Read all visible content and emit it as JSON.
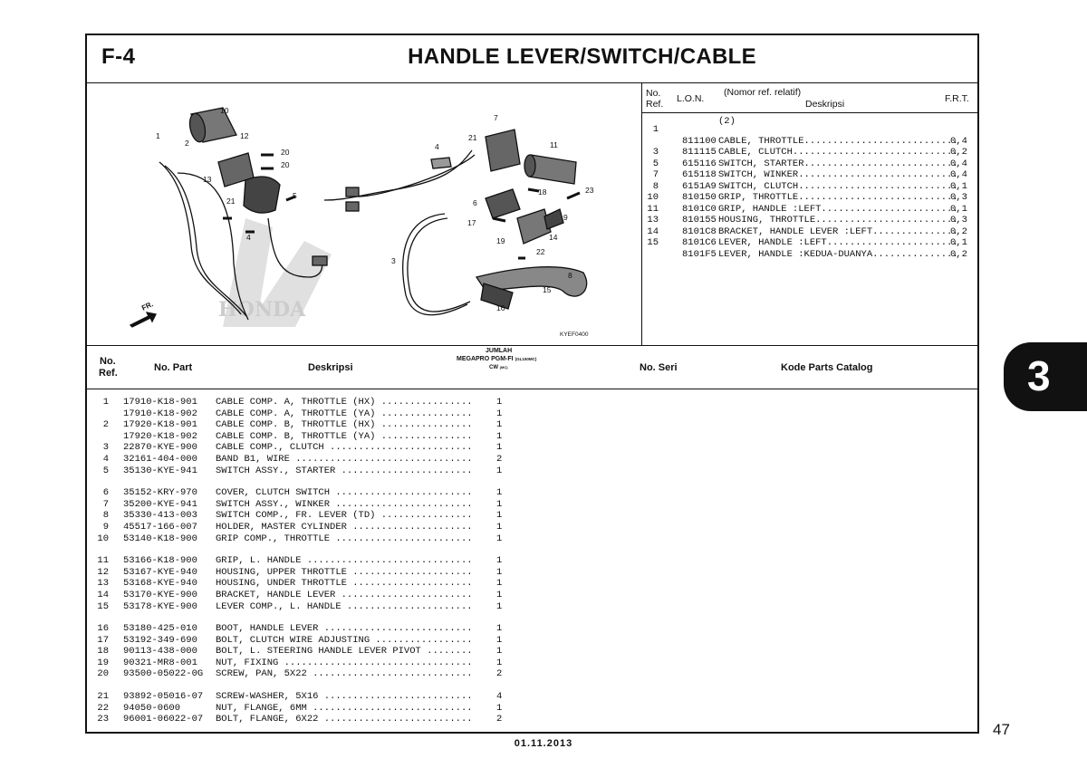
{
  "header": {
    "section_code": "F-4",
    "title": "HANDLE LEVER/SWITCH/CABLE"
  },
  "diagram": {
    "callouts": [
      "1",
      "2",
      "3",
      "4",
      "4",
      "5",
      "6",
      "7",
      "8",
      "9",
      "10",
      "11",
      "12",
      "13",
      "14",
      "15",
      "16",
      "17",
      "18",
      "19",
      "20",
      "20",
      "21",
      "21",
      "22",
      "23"
    ],
    "direction_label": "FR.",
    "watermark": "HONDA",
    "code": "KYEF0400"
  },
  "ref_table": {
    "headers": {
      "no": "No.",
      "ref": "Ref.",
      "lon": "L.O.N.",
      "nomor": "(Nomor ref. relatif)",
      "deskripsi": "Deskripsi",
      "frt": "F.R.T."
    },
    "group_label": "(2)",
    "rows": [
      {
        "ref": "1",
        "lon": "",
        "desc": "",
        "frt": ""
      },
      {
        "ref": "",
        "lon": "811100",
        "desc": "CABLE, THROTTLE...........................",
        "frt": "0,4"
      },
      {
        "ref": "3",
        "lon": "811115",
        "desc": "CABLE, CLUTCH.............................",
        "frt": "0,2"
      },
      {
        "ref": "5",
        "lon": "615116",
        "desc": "SWITCH, STARTER...........................",
        "frt": "0,4"
      },
      {
        "ref": "7",
        "lon": "615118",
        "desc": "SWITCH, WINKER............................",
        "frt": "0,4"
      },
      {
        "ref": "8",
        "lon": "6151A9",
        "desc": "SWITCH, CLUTCH............................",
        "frt": "0,1"
      },
      {
        "ref": "10",
        "lon": "810150",
        "desc": "GRIP, THROTTLE............................",
        "frt": "0,3"
      },
      {
        "ref": "11",
        "lon": "8101C0",
        "desc": "GRIP, HANDLE :LEFT........................",
        "frt": "0,1"
      },
      {
        "ref": "13",
        "lon": "810155",
        "desc": "HOUSING, THROTTLE.........................",
        "frt": "0,3"
      },
      {
        "ref": "14",
        "lon": "8101C8",
        "desc": "BRACKET, HANDLE LEVER :LEFT...............",
        "frt": "0,2"
      },
      {
        "ref": "15",
        "lon": "8101C6",
        "desc": "LEVER, HANDLE :LEFT.......................",
        "frt": "0,1"
      },
      {
        "ref": "",
        "lon": "8101F5",
        "desc": "LEVER, HANDLE :KEDUA-DUANYA...............",
        "frt": "0,2"
      }
    ]
  },
  "parts_table": {
    "headers": {
      "no": "No.",
      "ref": "Ref.",
      "part": "No. Part",
      "desc": "Deskripsi",
      "jumlah": "JUMLAH",
      "model": "MEGAPRO PGM-FI",
      "model_code": "(GL150MC)",
      "cw": "CW",
      "cw_code": "(MC)",
      "seri": "No. Seri",
      "catalog": "Kode Parts Catalog"
    },
    "groups": [
      [
        {
          "ref": "1",
          "part": "17910-K18-901",
          "desc": "CABLE COMP. A, THROTTLE (HX) ................",
          "qty": "1"
        },
        {
          "ref": "",
          "part": "17910-K18-902",
          "desc": "CABLE COMP. A, THROTTLE (YA) ................",
          "qty": "1"
        },
        {
          "ref": "2",
          "part": "17920-K18-901",
          "desc": "CABLE COMP. B, THROTTLE (HX) ................",
          "qty": "1"
        },
        {
          "ref": "",
          "part": "17920-K18-902",
          "desc": "CABLE COMP. B, THROTTLE (YA) ................",
          "qty": "1"
        },
        {
          "ref": "3",
          "part": "22870-KYE-900",
          "desc": "CABLE COMP., CLUTCH .........................",
          "qty": "1"
        },
        {
          "ref": "4",
          "part": "32161-404-000",
          "desc": "BAND B1, WIRE ...............................",
          "qty": "2"
        },
        {
          "ref": "5",
          "part": "35130-KYE-941",
          "desc": "SWITCH ASSY., STARTER .......................",
          "qty": "1"
        }
      ],
      [
        {
          "ref": "6",
          "part": "35152-KRY-970",
          "desc": "COVER, CLUTCH SWITCH ........................",
          "qty": "1"
        },
        {
          "ref": "7",
          "part": "35200-KYE-941",
          "desc": "SWITCH ASSY., WINKER ........................",
          "qty": "1"
        },
        {
          "ref": "8",
          "part": "35330-413-003",
          "desc": "SWITCH COMP., FR. LEVER (TD) ................",
          "qty": "1"
        },
        {
          "ref": "9",
          "part": "45517-166-007",
          "desc": "HOLDER, MASTER CYLINDER .....................",
          "qty": "1"
        },
        {
          "ref": "10",
          "part": "53140-K18-900",
          "desc": "GRIP COMP., THROTTLE ........................",
          "qty": "1"
        }
      ],
      [
        {
          "ref": "11",
          "part": "53166-K18-900",
          "desc": "GRIP, L. HANDLE .............................",
          "qty": "1"
        },
        {
          "ref": "12",
          "part": "53167-KYE-940",
          "desc": "HOUSING, UPPER THROTTLE .....................",
          "qty": "1"
        },
        {
          "ref": "13",
          "part": "53168-KYE-940",
          "desc": "HOUSING, UNDER THROTTLE .....................",
          "qty": "1"
        },
        {
          "ref": "14",
          "part": "53170-KYE-900",
          "desc": "BRACKET, HANDLE LEVER .......................",
          "qty": "1"
        },
        {
          "ref": "15",
          "part": "53178-KYE-900",
          "desc": "LEVER COMP., L. HANDLE ......................",
          "qty": "1"
        }
      ],
      [
        {
          "ref": "16",
          "part": "53180-425-010",
          "desc": "BOOT, HANDLE LEVER ..........................",
          "qty": "1"
        },
        {
          "ref": "17",
          "part": "53192-349-690",
          "desc": "BOLT, CLUTCH WIRE ADJUSTING .................",
          "qty": "1"
        },
        {
          "ref": "18",
          "part": "90113-438-000",
          "desc": "BOLT, L. STEERING HANDLE LEVER PIVOT ........",
          "qty": "1"
        },
        {
          "ref": "19",
          "part": "90321-MR8-001",
          "desc": "NUT, FIXING .................................",
          "qty": "1"
        },
        {
          "ref": "20",
          "part": "93500-05022-0G",
          "desc": "SCREW, PAN, 5X22 ............................",
          "qty": "2"
        }
      ],
      [
        {
          "ref": "21",
          "part": "93892-05016-07",
          "desc": "SCREW-WASHER, 5X16 ..........................",
          "qty": "4"
        },
        {
          "ref": "22",
          "part": "94050-0600",
          "desc": "NUT, FLANGE, 6MM ............................",
          "qty": "1"
        },
        {
          "ref": "23",
          "part": "96001-06022-07",
          "desc": "BOLT, FLANGE, 6X22 ..........................",
          "qty": "2"
        }
      ]
    ]
  },
  "page": {
    "number": "47",
    "chapter": "3",
    "date": "01.11.2013"
  }
}
